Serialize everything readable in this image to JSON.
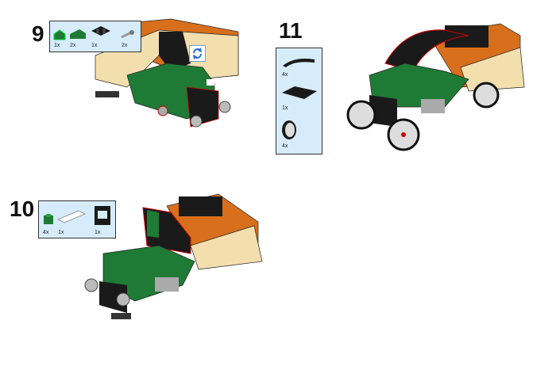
{
  "steps": [
    {
      "number": "9",
      "parts": [
        {
          "name": "green-slope-1x1",
          "qty": "1x"
        },
        {
          "name": "green-slope-1x2",
          "qty": "2x"
        },
        {
          "name": "black-plate-2x2",
          "qty": "1x"
        },
        {
          "name": "gray-bar-holder-clip",
          "qty": "2x"
        }
      ],
      "rotate_icon": "rotate-model-icon"
    },
    {
      "number": "10",
      "parts": [
        {
          "name": "green-brick-1x1",
          "qty": "4x"
        },
        {
          "name": "white-plate-1x4",
          "qty": "1x"
        },
        {
          "name": "black-windscreen-1x2x2",
          "qty": "1x"
        }
      ]
    },
    {
      "number": "11",
      "parts": [
        {
          "name": "black-curved-slope",
          "qty": "4x"
        },
        {
          "name": "black-plate-2x4",
          "qty": "1x"
        },
        {
          "name": "white-spoked-wheel",
          "qty": "4x"
        }
      ]
    }
  ],
  "colors": {
    "green": "#1f7a35",
    "tan": "#f3dfae",
    "orange": "#d86f1c",
    "black": "#1a1a1a",
    "gray": "#a8a8a8",
    "panel": "#d6ecfb"
  }
}
